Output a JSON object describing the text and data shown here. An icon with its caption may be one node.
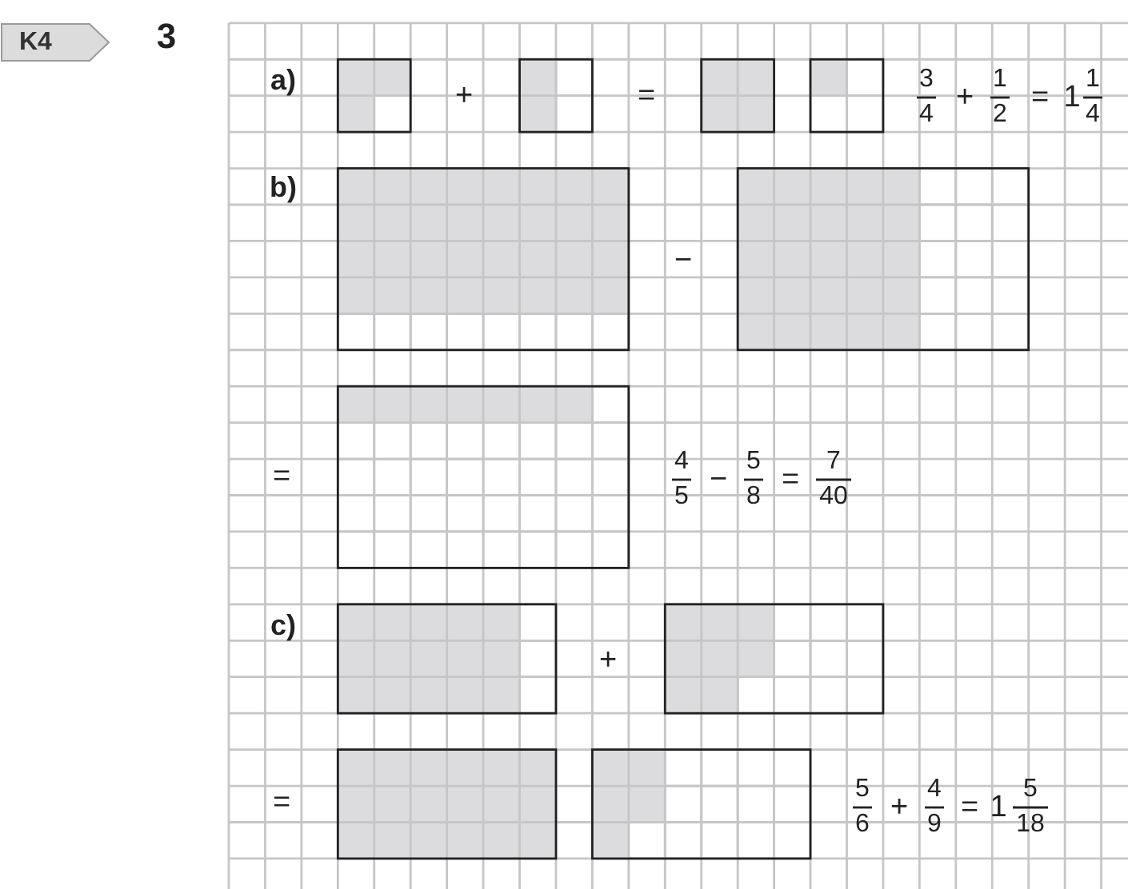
{
  "diagram": {
    "nodes": [
      {
        "text": [
          "K4"
        ]
      }
    ],
    "edges": [],
    "labels": [
      "3",
      "a)",
      "+",
      "=",
      "3",
      "4",
      "+",
      "1",
      "2",
      "=",
      "1",
      "1",
      "4",
      "b)",
      "−",
      "=",
      "4",
      "5",
      "−",
      "5",
      "8",
      "=",
      "7",
      "40",
      "c)",
      "+",
      "=",
      "5",
      "6",
      "+",
      "4",
      "9",
      "=",
      "1",
      "5",
      "18"
    ]
  }
}
